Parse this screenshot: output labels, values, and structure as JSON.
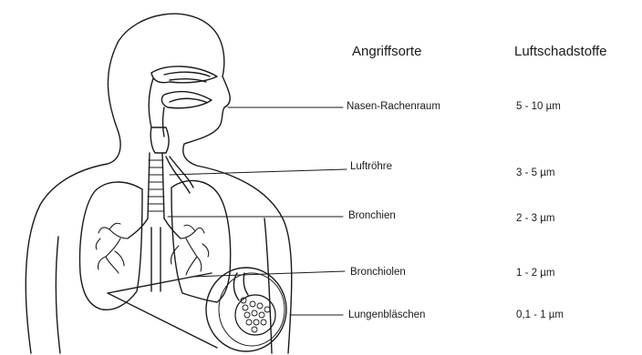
{
  "headers": {
    "sites": "Angriffsorte",
    "pollutants": "Luftschadstoffe"
  },
  "rows": [
    {
      "site": "Nasen-Rachenraum",
      "size": "5 - 10 µm"
    },
    {
      "site": "Luftröhre",
      "size": "3 - 5 µm"
    },
    {
      "site": "Bronchien",
      "size": "2 - 3 µm"
    },
    {
      "site": "Bronchiolen",
      "size": "1 - 2 µm"
    },
    {
      "site": "Lungenbläschen",
      "size": "0,1 - 1 µm"
    }
  ],
  "colors": {
    "ink": "#1a1a1a",
    "background": "#ffffff"
  }
}
